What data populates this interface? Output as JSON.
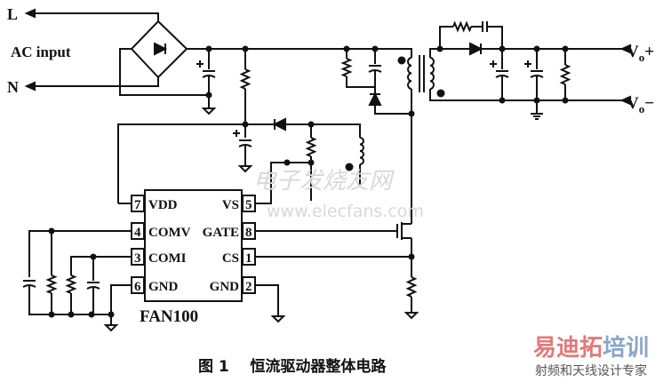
{
  "diagram": {
    "labels": {
      "line": "L",
      "ac_input": "AC input",
      "neutral": "N",
      "vo_plus": "V",
      "vo_plus_sub": "o",
      "vo_plus_sign": "+",
      "vo_minus": "V",
      "vo_minus_sub": "o",
      "vo_minus_sign": "−"
    },
    "chip": {
      "name": "FAN100",
      "left_pins": [
        {
          "num": "7",
          "name": "VDD"
        },
        {
          "num": "4",
          "name": "COMV"
        },
        {
          "num": "3",
          "name": "COMI"
        },
        {
          "num": "6",
          "name": "GND"
        }
      ],
      "right_pins": [
        {
          "num": "5",
          "name": "VS"
        },
        {
          "num": "8",
          "name": "GATE"
        },
        {
          "num": "1",
          "name": "CS"
        },
        {
          "num": "2",
          "name": "GND"
        }
      ]
    },
    "caption": "图 1    恒流驱动器整体电路",
    "watermark": {
      "cn": "电子发烧友网",
      "url": "www.elecfans.com"
    },
    "logo": {
      "main": "易迪拓培训",
      "sub": "射频和天线设计专家",
      "colors": [
        "#e07a7a",
        "#8aa6c8"
      ]
    }
  }
}
